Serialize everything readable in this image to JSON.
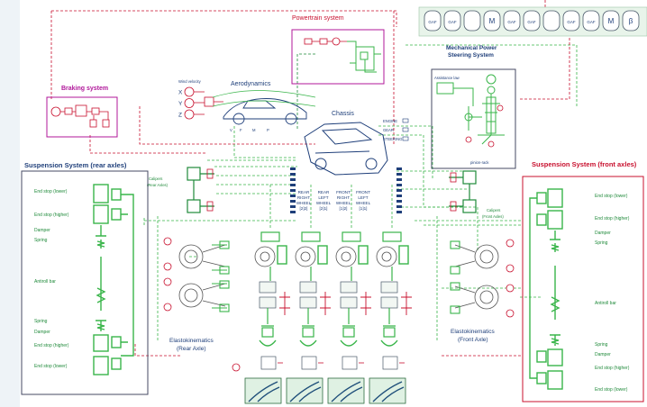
{
  "colors": {
    "background": "#eef3f7",
    "canvas": "#ffffff",
    "red": "#c8102e",
    "green": "#39b54a",
    "dark_green": "#1f8a3a",
    "navy": "#1f3f7a",
    "purple": "#b0179a",
    "grey": "#6b7280"
  },
  "blocks": {
    "powertrain": "Powertrain system",
    "steering_line1": "Mechanical Power",
    "steering_line2": "Steering System",
    "assistance_law": "Assistance law",
    "pinion_rack": "pinion-rack",
    "braking": "Braking system",
    "wind": "Wind velocity",
    "aerodynamics": "Aerodynamics",
    "chassis": "Chassis",
    "susp_rear": "Suspension System (rear axles)",
    "susp_front": "Suspension System (front axles)",
    "calipers_rear_1": "Calipers",
    "calipers_rear_2": "(Rear Axles)",
    "calipers_front_1": "Calipers",
    "calipers_front_2": "(Front Axles)",
    "elasto_rear_1": "Elastokinematics",
    "elasto_rear_2": "(Rear Axle)",
    "elasto_front_1": "Elastokinematics",
    "elasto_front_2": "(Front Axle)"
  },
  "wind_axes": [
    "X",
    "Y",
    "Z"
  ],
  "rear_labels": [
    "End stop (lower)",
    "End stop (higher)",
    "Damper",
    "Spring",
    "Antiroll bar",
    "Spring",
    "Damper",
    "End stop (higher)",
    "End stop (lower)"
  ],
  "front_labels": [
    "End stop (lower)",
    "End stop (higher)",
    "Damper",
    "Spring",
    "Antiroll bar",
    "Spring",
    "Damper",
    "End stop (higher)",
    "End stop (lower)"
  ],
  "wheel_headers": [
    [
      "REAR",
      "RIGHT",
      "WHEEL",
      "[2]2]"
    ],
    [
      "REAR",
      "LEFT",
      "WHEEL",
      "[2]1]"
    ],
    [
      "FRONT",
      "RIGHT",
      "WHEEL",
      "[1]2]"
    ],
    [
      "FRONT",
      "LEFT",
      "WHEEL",
      "[1]1]"
    ]
  ],
  "top_icons": [
    "GAF",
    "GAF",
    "",
    "M",
    "GAF",
    "GAF",
    "",
    "GAF",
    "GAF",
    "M",
    "β"
  ]
}
